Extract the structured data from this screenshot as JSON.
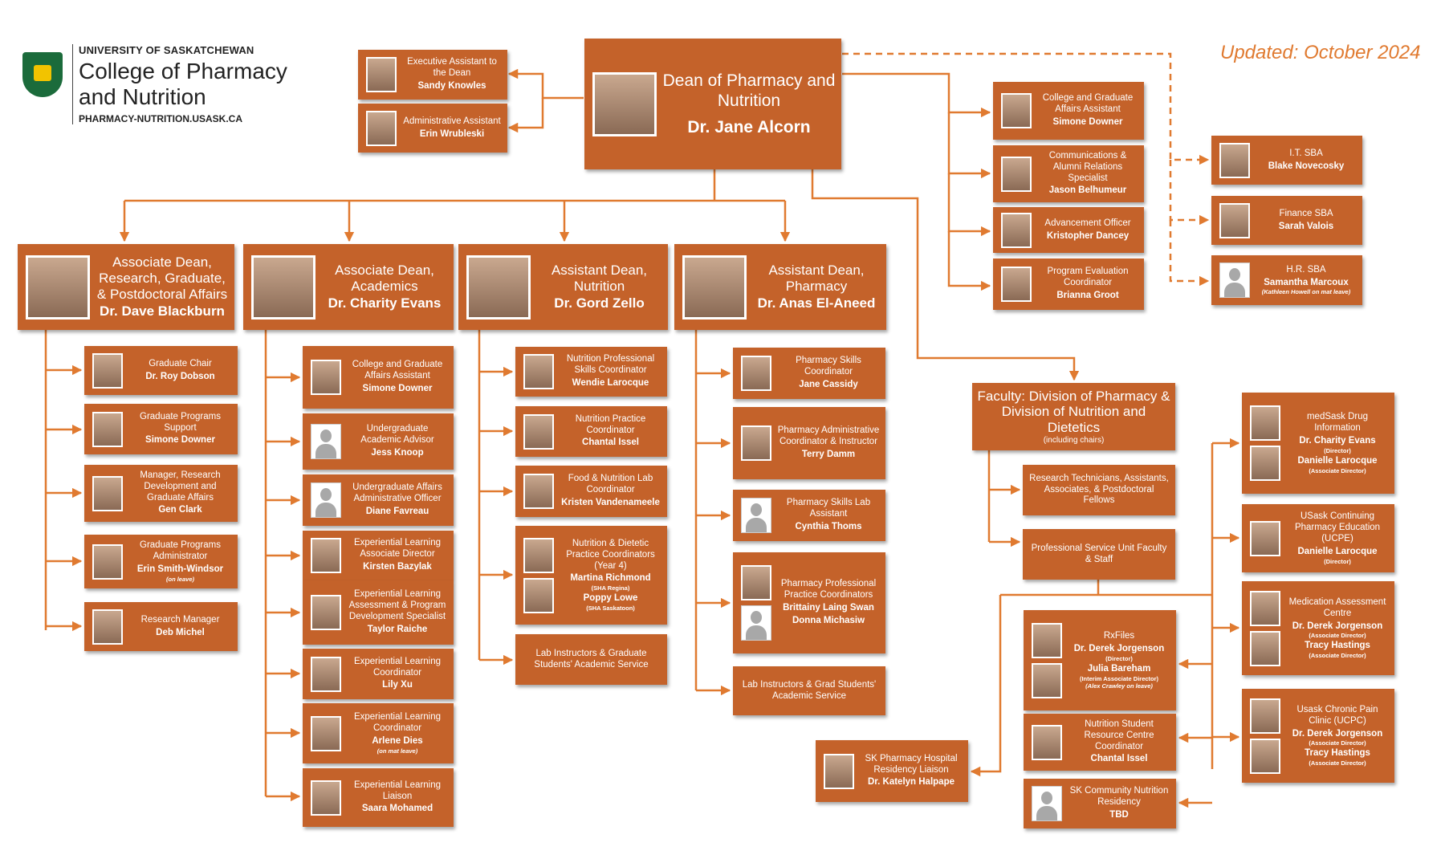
{
  "logo": {
    "university": "UNIVERSITY OF SASKATCHEWAN",
    "college_line1": "College of Pharmacy",
    "college_line2": "and Nutrition",
    "website": "PHARMACY-NUTRITION.USASK.CA"
  },
  "updated": "Updated: October 2024",
  "accent_color": "#c4622a",
  "line_color": "#e07a30",
  "boxes": [
    {
      "id": "dean",
      "title": "Dean of Pharmacy and Nutrition",
      "name": "Dr. Jane Alcorn"
    },
    {
      "id": "exec",
      "title": "Executive Assistant to the Dean",
      "name": "Sandy Knowles"
    },
    {
      "id": "admin",
      "title": "Administrative Assistant",
      "name": "Erin Wrubleski"
    },
    {
      "id": "cgaa",
      "title": "College and Graduate Affairs Assistant",
      "name": "Simone Downer"
    },
    {
      "id": "comm",
      "title": "Communications & Alumni Relations Specialist",
      "name": "Jason Belhumeur"
    },
    {
      "id": "adv",
      "title": "Advancement Officer",
      "name": "Kristopher Dancey"
    },
    {
      "id": "progeval",
      "title": "Program Evaluation Coordinator",
      "name": "Brianna Groot"
    },
    {
      "id": "it",
      "title": "I.T. SBA",
      "name": "Blake Novecosky"
    },
    {
      "id": "fin",
      "title": "Finance SBA",
      "name": "Sarah Valois"
    },
    {
      "id": "hr",
      "title": "H.R. SBA",
      "name": "Samantha Marcoux",
      "note": "(Kathleen Howell on mat leave)"
    },
    {
      "id": "adr",
      "title": "Associate Dean, Research, Graduate, & Postdoctoral Affairs",
      "name": "Dr. Dave Blackburn"
    },
    {
      "id": "ada",
      "title": "Associate Dean, Academics",
      "name": "Dr. Charity Evans"
    },
    {
      "id": "adn",
      "title": "Assistant Dean, Nutrition",
      "name": "Dr. Gord Zello"
    },
    {
      "id": "adp",
      "title": "Assistant Dean, Pharmacy",
      "name": "Dr. Anas El-Aneed"
    },
    {
      "id": "r1",
      "title": "Graduate Chair",
      "name": "Dr. Roy Dobson"
    },
    {
      "id": "r2",
      "title": "Graduate Programs Support",
      "name": "Simone Downer"
    },
    {
      "id": "r3",
      "title": "Manager, Research Development and Graduate Affairs",
      "name": "Gen Clark"
    },
    {
      "id": "r4",
      "title": "Graduate Programs Administrator",
      "name": "Erin Smith-Windsor",
      "note": "(on leave)"
    },
    {
      "id": "r5",
      "title": "Research Manager",
      "name": "Deb Michel"
    },
    {
      "id": "a1",
      "title": "College and Graduate Affairs Assistant",
      "name": "Simone Downer"
    },
    {
      "id": "a2",
      "title": "Undergraduate Academic Advisor",
      "name": "Jess Knoop"
    },
    {
      "id": "a3",
      "title": "Undergraduate Affairs Administrative Officer",
      "name": "Diane Favreau"
    },
    {
      "id": "a4",
      "title": "Experiential Learning Associate Director",
      "name": "Kirsten Bazylak"
    },
    {
      "id": "a5",
      "title": "Experiential Learning Assessment & Program Development Specialist",
      "name": "Taylor Raiche"
    },
    {
      "id": "a6",
      "title": "Experiential Learning Coordinator",
      "name": "Lily Xu"
    },
    {
      "id": "a7",
      "title": "Experiential Learning Coordinator",
      "name": "Arlene Dies",
      "note": "(on mat leave)"
    },
    {
      "id": "a8",
      "title": "Experiential Learning Liaison",
      "name": "Saara Mohamed"
    },
    {
      "id": "n1",
      "title": "Nutrition Professional Skills Coordinator",
      "name": "Wendie Larocque"
    },
    {
      "id": "n2",
      "title": "Nutrition Practice Coordinator",
      "name": "Chantal Issel"
    },
    {
      "id": "n3",
      "title": "Food & Nutrition Lab Coordinator",
      "name": "Kristen Vandenameele"
    },
    {
      "id": "n4",
      "title": "Nutrition & Dietetic Practice Coordinators (Year 4)",
      "name": "Martina Richmond",
      "sub": "(SHA Regina)",
      "name2": "Poppy Lowe",
      "sub2": "(SHA Saskatoon)"
    },
    {
      "id": "n5",
      "title": "Lab Instructors & Graduate Students' Academic Service"
    },
    {
      "id": "p1",
      "title": "Pharmacy Skills Coordinator",
      "name": "Jane Cassidy"
    },
    {
      "id": "p2",
      "title": "Pharmacy Administrative Coordinator & Instructor",
      "name": "Terry Damm"
    },
    {
      "id": "p3",
      "title": "Pharmacy Skills Lab Assistant",
      "name": "Cynthia Thoms"
    },
    {
      "id": "p4",
      "title": "Pharmacy Professional Practice Coordinators",
      "name": "Brittainy Laing Swan",
      "name2": "Donna Michasiw"
    },
    {
      "id": "p5",
      "title": "Lab Instructors & Grad Students' Academic Service"
    },
    {
      "id": "fac",
      "title": "Faculty: Division of Pharmacy & Division of Nutrition and Dietetics",
      "sub": "(including chairs)"
    },
    {
      "id": "f1",
      "title": "Research Technicians, Assistants, Associates, & Postdoctoral Fellows"
    },
    {
      "id": "f2",
      "title": "Professional Service Unit Faculty & Staff"
    },
    {
      "id": "rx",
      "title": "RxFiles",
      "name": "Dr. Derek Jorgenson",
      "sub": "(Director)",
      "name2": "Julia Bareham",
      "sub2": "(Interim Associate Director)",
      "note": "(Alex Crawley on leave)"
    },
    {
      "id": "nsrc",
      "title": "Nutrition Student Resource Centre Coordinator",
      "name": "Chantal Issel"
    },
    {
      "id": "skcn",
      "title": "SK Community Nutrition Residency",
      "name": "TBD"
    },
    {
      "id": "skph",
      "title": "SK Pharmacy Hospital Residency Liaison",
      "name": "Dr. Katelyn Halpape"
    },
    {
      "id": "med",
      "title": "medSask Drug Information",
      "name": "Dr. Charity Evans",
      "sub": "(Director)",
      "name2": "Danielle Larocque",
      "sub2": "(Associate Director)"
    },
    {
      "id": "ucpe",
      "title": "USask Continuing Pharmacy Education (UCPE)",
      "name": "Danielle Larocque",
      "sub": "(Director)"
    },
    {
      "id": "mac",
      "title": "Medication Assessment Centre",
      "name": "Dr. Derek Jorgenson",
      "sub": "(Associate Director)",
      "name2": "Tracy Hastings",
      "sub2": "(Associate Director)"
    },
    {
      "id": "ucpc",
      "title": "Usask Chronic Pain Clinic (UCPC)",
      "name": "Dr. Derek Jorgenson",
      "sub": "(Associate Director)",
      "name2": "Tracy Hastings",
      "sub2": "(Associate Director)"
    }
  ]
}
